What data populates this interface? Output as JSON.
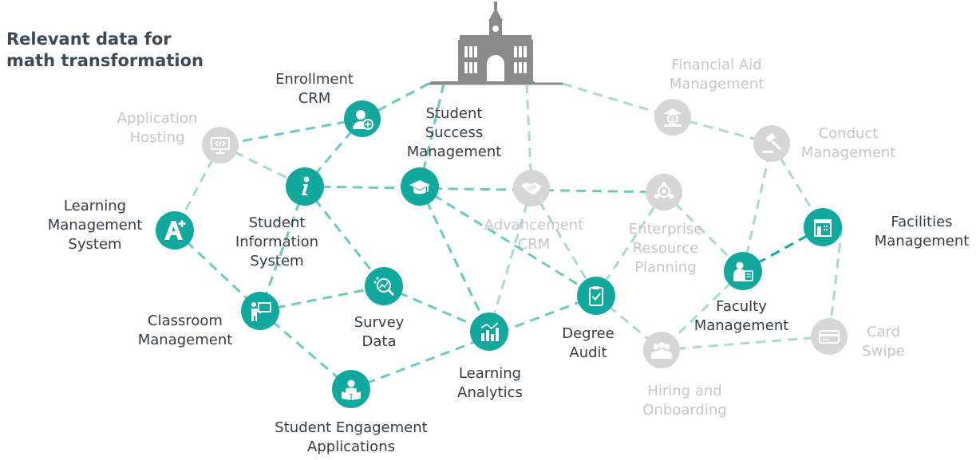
{
  "title": "Relevant data for\nmath transformation",
  "colors": {
    "active": "#13a89e",
    "inactive": "#d6d6d6",
    "edge_active": "#6cc8c2",
    "edge_inactive": "#a8d9d6",
    "text_active": "#333d46",
    "text_inactive": "#c6c6c6"
  },
  "hub": {
    "name": "campus-building-icon"
  },
  "nodes": [
    {
      "id": "enrollment",
      "label": "Enrollment\nCRM",
      "icon": "user-add-icon",
      "active": true
    },
    {
      "id": "application",
      "label": "Application\nHosting",
      "icon": "code-monitor-icon",
      "active": false
    },
    {
      "id": "sis",
      "label": "Student\nInformation\nSystem",
      "icon": "info-icon",
      "active": true
    },
    {
      "id": "success",
      "label": "Student\nSuccess\nManagement",
      "icon": "graduation-cap-icon",
      "active": true
    },
    {
      "id": "lms",
      "label": "Learning\nManagement\nSystem",
      "icon": "a-plus-icon",
      "active": true
    },
    {
      "id": "classroom",
      "label": "Classroom\nManagement",
      "icon": "teacher-board-icon",
      "active": true
    },
    {
      "id": "survey",
      "label": "Survey\nData",
      "icon": "magnifier-chart-icon",
      "active": true
    },
    {
      "id": "engagement",
      "label": "Student Engagement\nApplications",
      "icon": "reading-student-icon",
      "active": true
    },
    {
      "id": "analytics",
      "label": "Learning\nAnalytics",
      "icon": "bar-chart-icon",
      "active": true
    },
    {
      "id": "advancement",
      "label": "Advancement\nCRM",
      "icon": "handshake-icon",
      "active": false
    },
    {
      "id": "audit",
      "label": "Degree\nAudit",
      "icon": "clipboard-check-icon",
      "active": true
    },
    {
      "id": "finaid",
      "label": "Financial Aid\nManagement",
      "icon": "bank-dollar-icon",
      "active": false
    },
    {
      "id": "conduct",
      "label": "Conduct\nManagement",
      "icon": "gavel-icon",
      "active": false
    },
    {
      "id": "erp",
      "label": "Enterprise\nResource\nPlanning",
      "icon": "people-network-icon",
      "active": false
    },
    {
      "id": "facilities",
      "label": "Facilities\nManagement",
      "icon": "building-icon",
      "active": true
    },
    {
      "id": "faculty",
      "label": "Faculty\nManagement",
      "icon": "faculty-id-icon",
      "active": true
    },
    {
      "id": "card",
      "label": "Card\nSwipe",
      "icon": "credit-card-icon",
      "active": false
    },
    {
      "id": "hiring",
      "label": "Hiring and\nOnboarding",
      "icon": "group-people-icon",
      "active": false
    }
  ]
}
